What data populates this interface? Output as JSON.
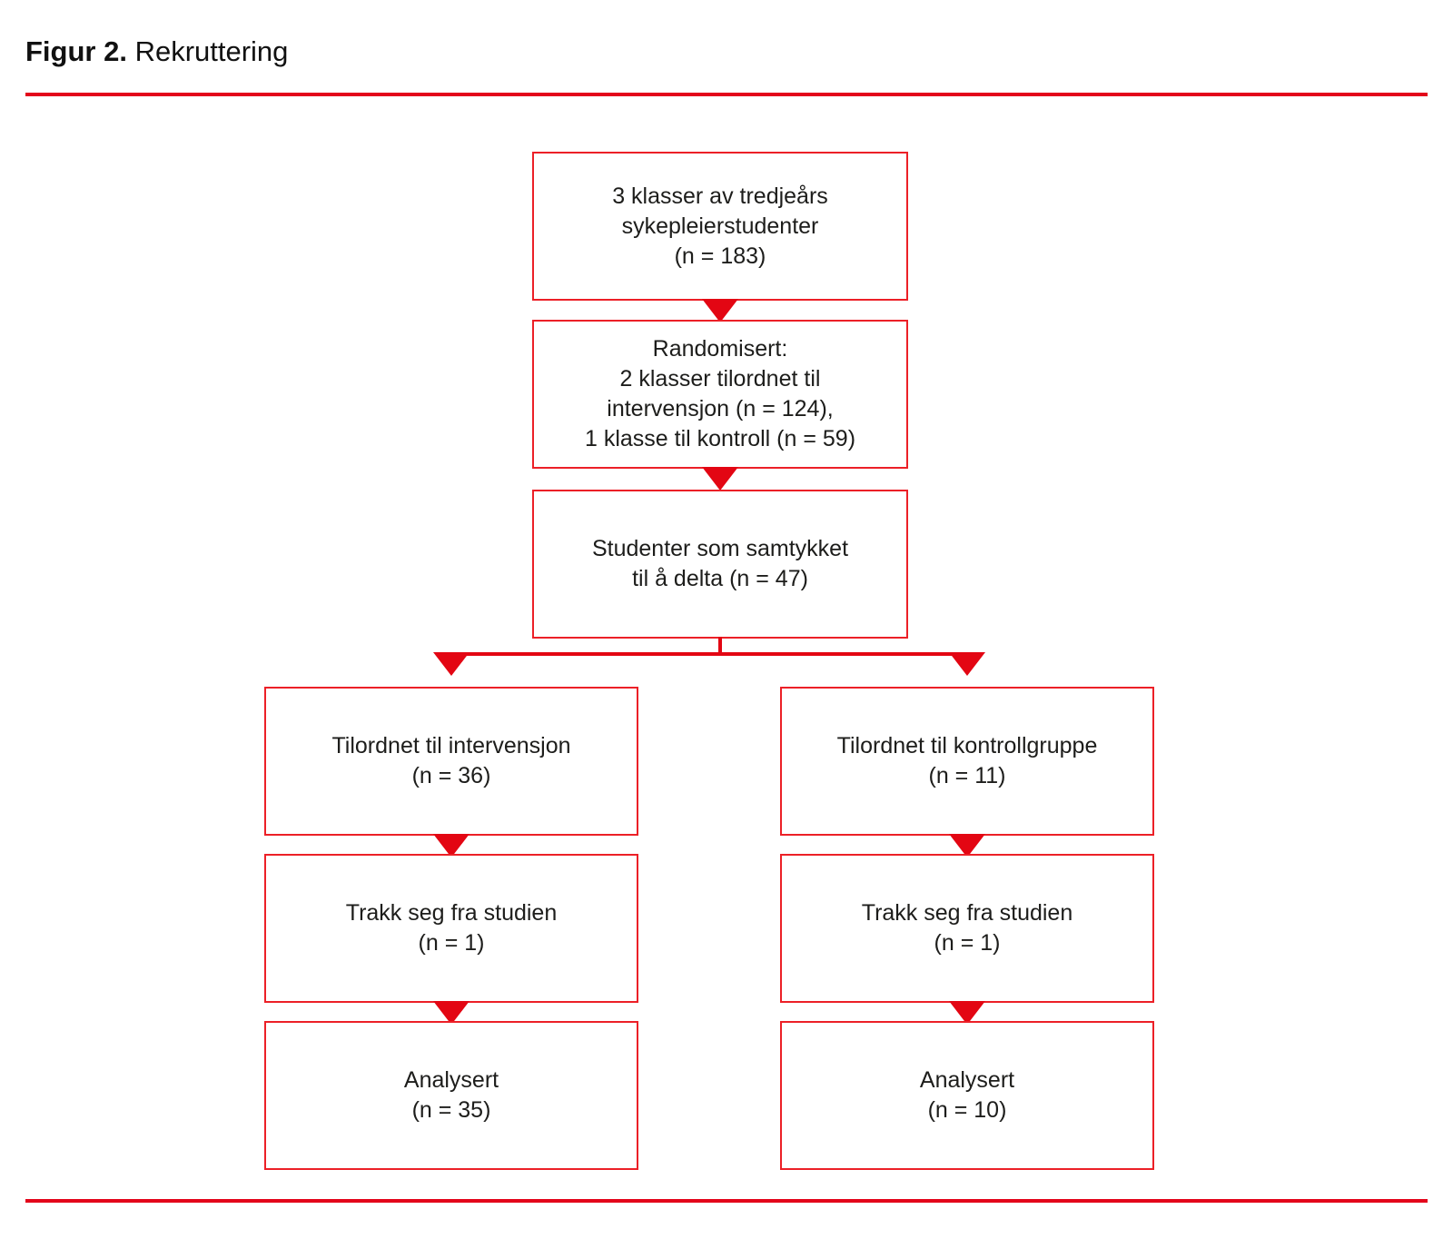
{
  "figure": {
    "label": "Figur 2.",
    "caption": " Rekruttering"
  },
  "accent_color": "#e3051b",
  "box_border_color": "#ec2027",
  "arrow_color": "#e30613",
  "flow": {
    "nodes": [
      {
        "id": "pool",
        "text": "3 klasser av tredjeårs\nsykepleierstudenter\n(n = 183)"
      },
      {
        "id": "randomized",
        "text": "Randomisert:\n2 klasser tilordnet til\nintervensjon (n = 124),\n1 klasse til kontroll (n = 59)"
      },
      {
        "id": "consented",
        "text": "Studenter som samtykket\ntil å delta (n = 47)"
      },
      {
        "id": "intervention_assigned",
        "text": "Tilordnet til intervensjon\n(n = 36)"
      },
      {
        "id": "control_assigned",
        "text": "Tilordnet til kontrollgruppe\n(n = 11)"
      },
      {
        "id": "intervention_withdrew",
        "text": "Trakk seg fra studien\n(n = 1)"
      },
      {
        "id": "control_withdrew",
        "text": "Trakk seg fra studien\n(n = 1)"
      },
      {
        "id": "intervention_analyzed",
        "text": "Analysert\n(n = 35)"
      },
      {
        "id": "control_analyzed",
        "text": "Analysert\n(n = 10)"
      }
    ]
  },
  "chart_data": {
    "type": "diagram",
    "title": "Figur 2. Rekruttering",
    "stages": [
      {
        "stage": "3 klasser av tredjeårs sykepleierstudenter",
        "n": 183
      },
      {
        "stage": "Randomisert: 2 klasser tilordnet til intervensjon",
        "n": 124
      },
      {
        "stage": "Randomisert: 1 klasse til kontroll",
        "n": 59
      },
      {
        "stage": "Studenter som samtykket til å delta",
        "n": 47
      },
      {
        "stage": "Tilordnet til intervensjon",
        "n": 36
      },
      {
        "stage": "Tilordnet til kontrollgruppe",
        "n": 11
      },
      {
        "stage": "Intervensjon: trakk seg fra studien",
        "n": 1
      },
      {
        "stage": "Kontroll: trakk seg fra studien",
        "n": 1
      },
      {
        "stage": "Intervensjon: analysert",
        "n": 35
      },
      {
        "stage": "Kontroll: analysert",
        "n": 10
      }
    ]
  }
}
